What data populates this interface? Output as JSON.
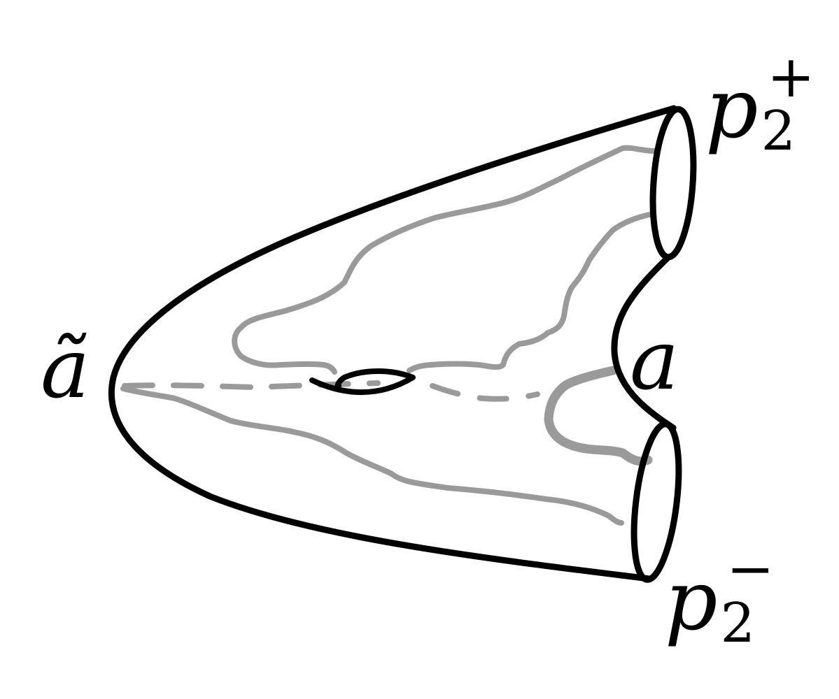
{
  "labels": {
    "left_point": "ã",
    "neck_point": "a",
    "top_puncture_base": "p",
    "top_puncture_sub": "2",
    "top_puncture_sign": "+",
    "bottom_puncture_base": "p",
    "bottom_puncture_sub": "2",
    "bottom_puncture_sign": "−"
  },
  "colors": {
    "outline": "#000000",
    "curve": "#9a9a9a",
    "background": "#ffffff"
  }
}
